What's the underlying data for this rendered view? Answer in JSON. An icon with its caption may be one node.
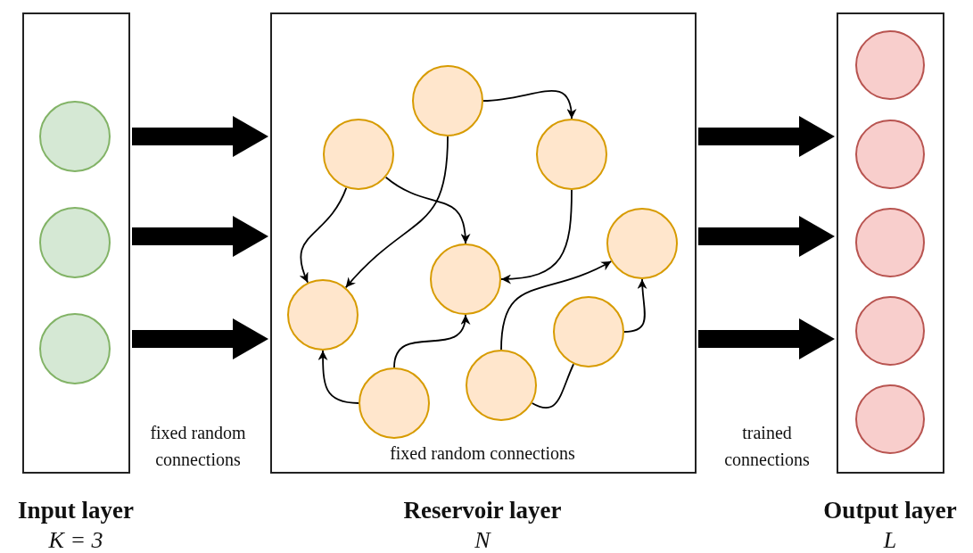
{
  "diagram": {
    "nodes": [
      {
        "text": [
          "Input layer",
          "K = 3"
        ]
      },
      {
        "text": [],
        "shape": "circle",
        "in": 0
      },
      {
        "text": [],
        "shape": "circle",
        "in": 0
      },
      {
        "text": [],
        "shape": "circle",
        "in": 0
      },
      {
        "text": [
          "fixed random connections",
          "Reservoir layer",
          "N"
        ]
      },
      {
        "text": [],
        "shape": "circle",
        "in": 4
      },
      {
        "text": [],
        "shape": "circle",
        "in": 4
      },
      {
        "text": [],
        "shape": "circle",
        "in": 4
      },
      {
        "text": [],
        "shape": "circle",
        "in": 4
      },
      {
        "text": [],
        "shape": "circle",
        "in": 4
      },
      {
        "text": [],
        "shape": "circle",
        "in": 4
      },
      {
        "text": [],
        "shape": "circle",
        "in": 4
      },
      {
        "text": [],
        "shape": "circle",
        "in": 4
      },
      {
        "text": [],
        "shape": "circle",
        "in": 4
      },
      {
        "text": [
          "Output layer",
          "L"
        ]
      },
      {
        "text": [],
        "shape": "circle",
        "in": 14
      },
      {
        "text": [],
        "shape": "circle",
        "in": 14
      },
      {
        "text": [],
        "shape": "circle",
        "in": 14
      },
      {
        "text": [],
        "shape": "circle",
        "in": 14
      },
      {
        "text": [],
        "shape": "circle",
        "in": 14
      }
    ],
    "edges": [
      {
        "from": 0,
        "to": 4,
        "arrow": "to",
        "style": "thick"
      },
      {
        "from": 0,
        "to": 4,
        "arrow": "to",
        "style": "thick"
      },
      {
        "from": 0,
        "to": 4,
        "arrow": "to",
        "style": "thick"
      },
      {
        "from": 4,
        "to": 14,
        "arrow": "to",
        "style": "thick"
      },
      {
        "from": 4,
        "to": 14,
        "arrow": "to",
        "style": "thick"
      },
      {
        "from": 4,
        "to": 14,
        "arrow": "to",
        "style": "thick"
      },
      {
        "from": 5,
        "to": 7,
        "arrow": "to"
      },
      {
        "from": 5,
        "to": 10,
        "arrow": "to"
      },
      {
        "from": 6,
        "to": 9,
        "arrow": "to"
      },
      {
        "from": 6,
        "to": 10,
        "arrow": "to"
      },
      {
        "from": 7,
        "to": 9,
        "arrow": "to"
      },
      {
        "from": 13,
        "to": 10,
        "arrow": "to"
      },
      {
        "from": 13,
        "to": 9,
        "arrow": "to"
      },
      {
        "from": 12,
        "to": 8,
        "arrow": "to"
      },
      {
        "from": 12,
        "to": 11,
        "arrow": "none"
      },
      {
        "from": 11,
        "to": 8,
        "arrow": "to"
      }
    ],
    "labels": [
      "fixed random connections",
      "trained connections"
    ]
  }
}
